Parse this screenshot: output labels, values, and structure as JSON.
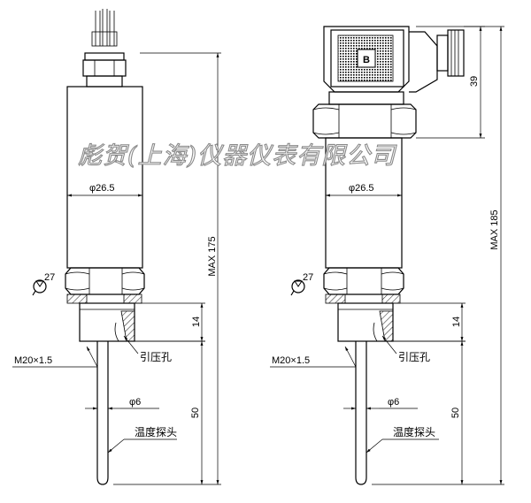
{
  "watermark": "彪贺(上海)仪器仪表有限公司",
  "connector_letter": "B",
  "left_view": {
    "diameter_body": "φ26.5",
    "wrench_size": "27",
    "max_length": "MAX 175",
    "thread_length": "14",
    "thread_spec": "M20×1.5",
    "pressure_port": "引压孔",
    "probe_diameter": "φ6",
    "probe_length": "50",
    "probe_label": "温度探头"
  },
  "right_view": {
    "diameter_body": "φ26.5",
    "wrench_size": "27",
    "connector_height": "39",
    "max_length": "MAX 185",
    "thread_length": "14",
    "thread_spec": "M20×1.5",
    "pressure_port": "引压孔",
    "probe_diameter": "φ6",
    "probe_length": "50",
    "probe_label": "温度探头"
  }
}
